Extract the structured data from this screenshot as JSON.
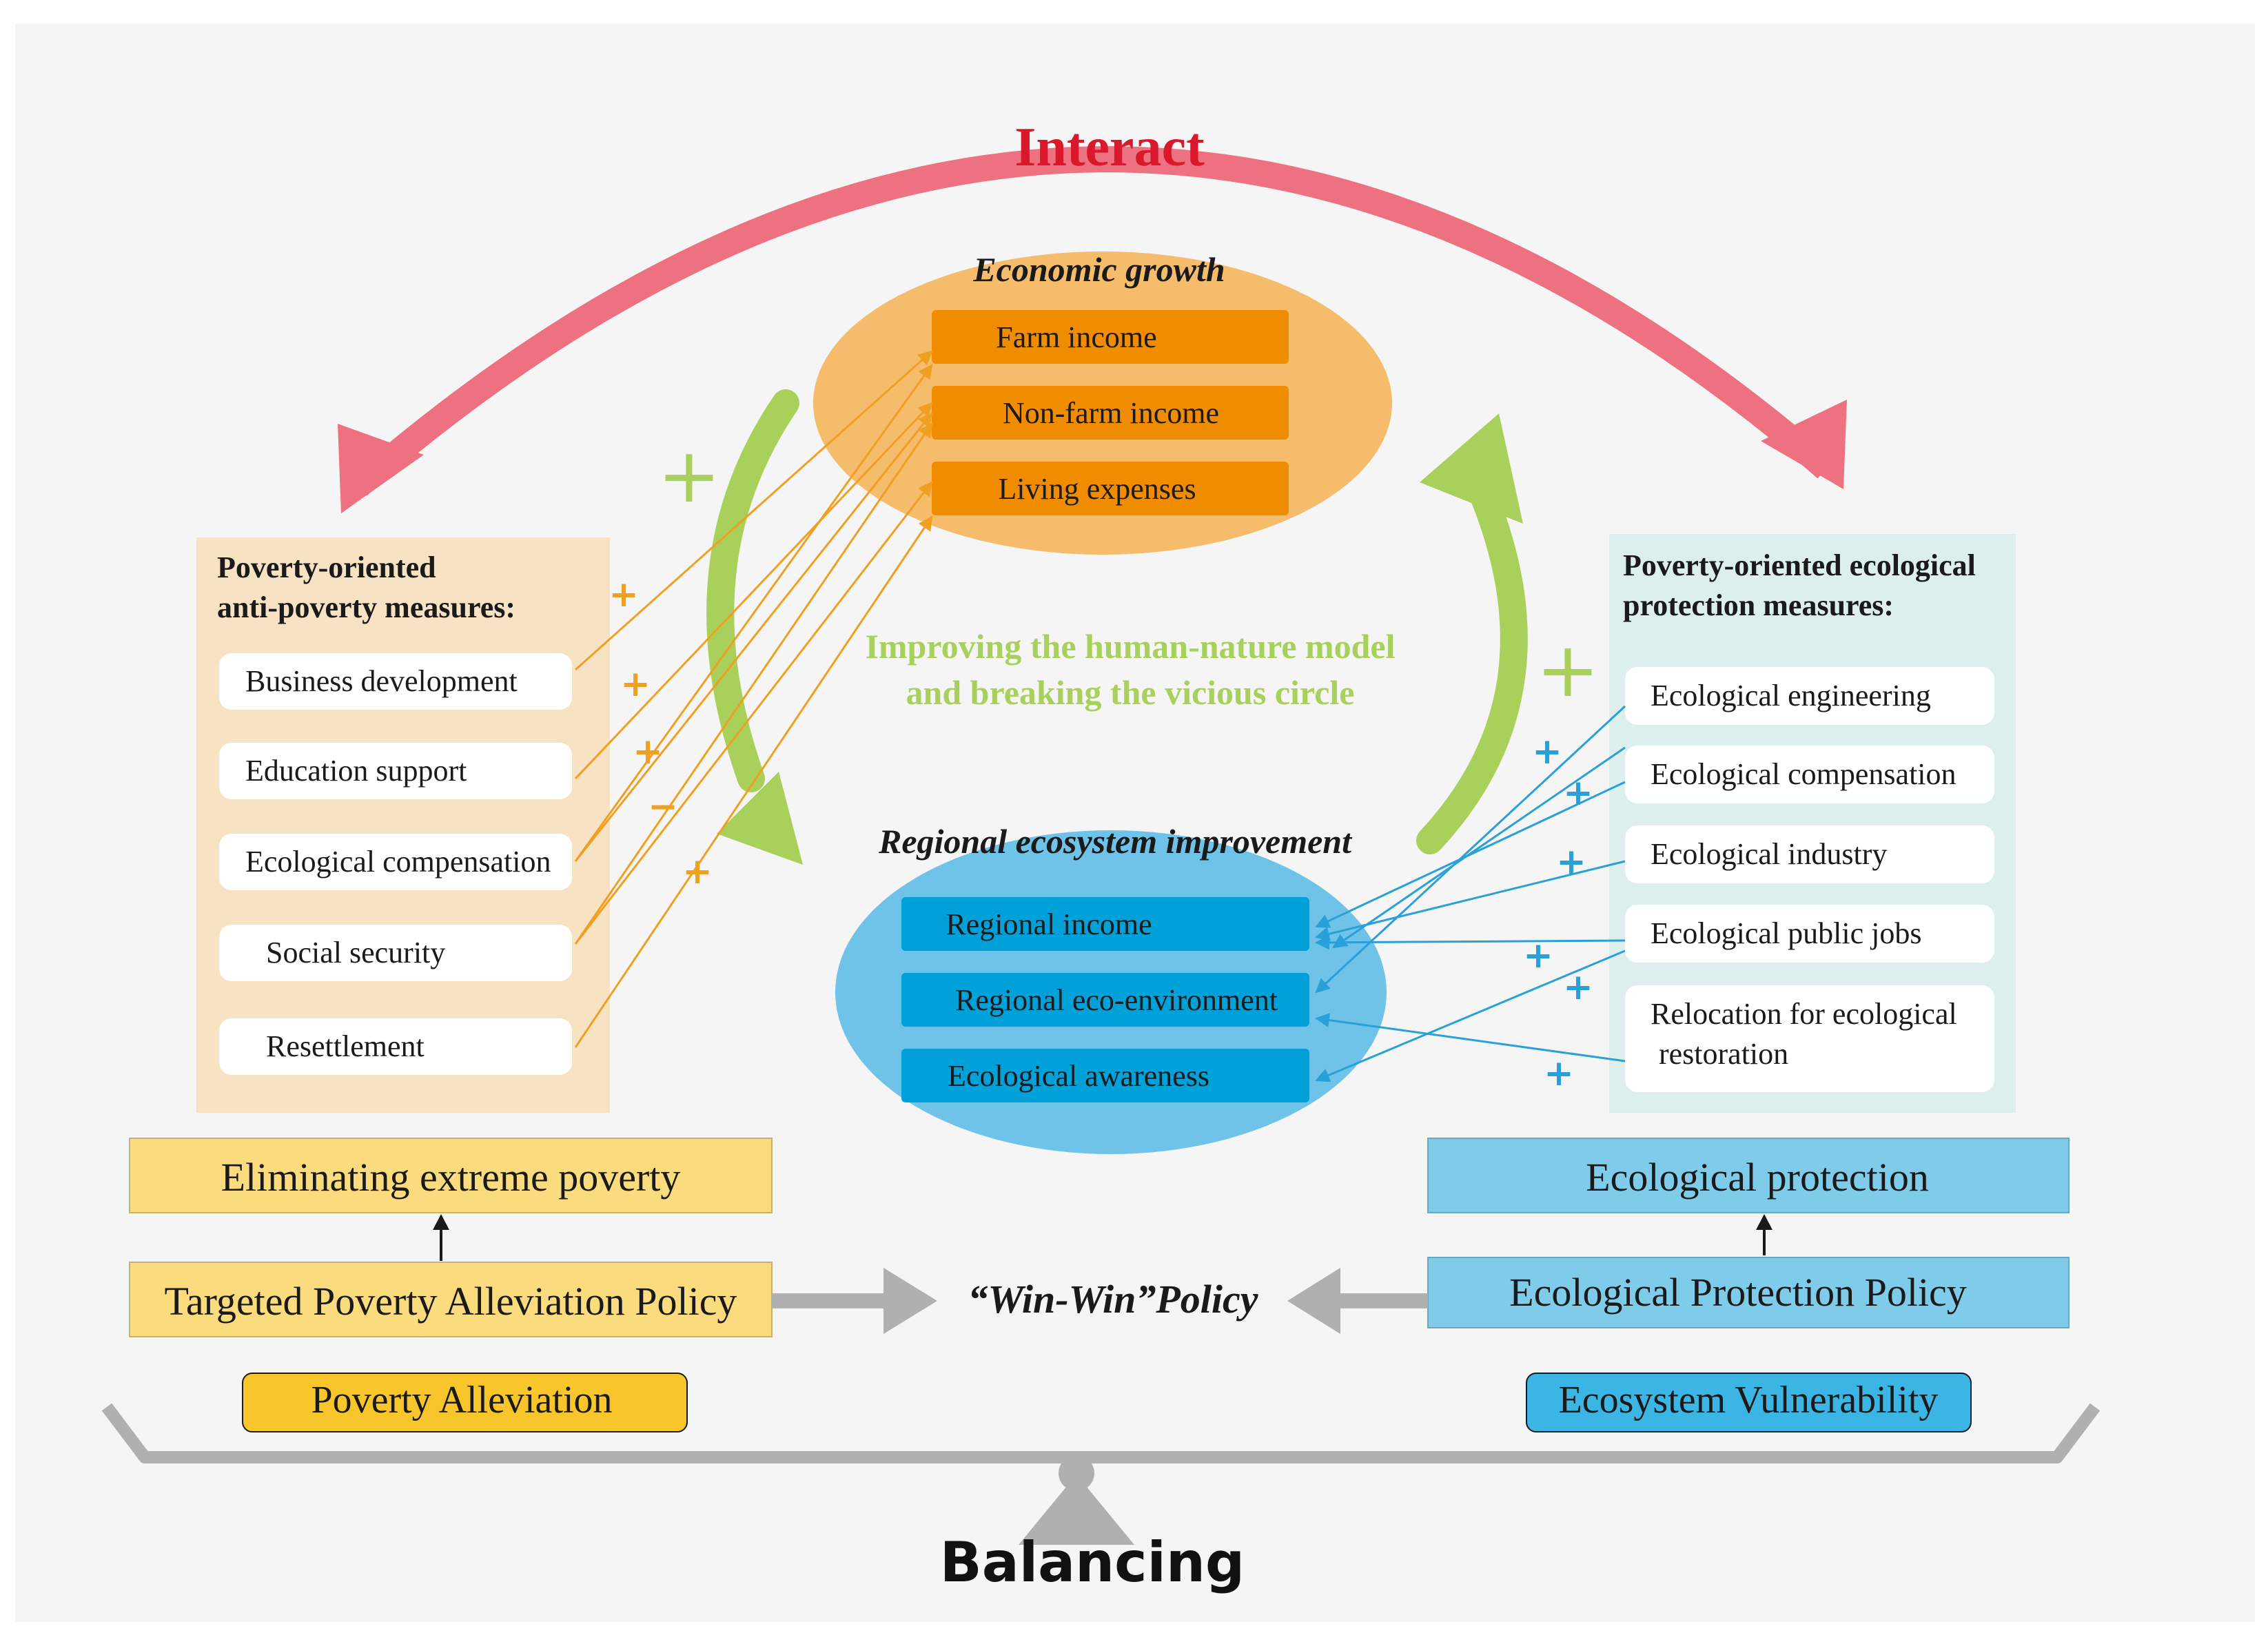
{
  "title": "Interact",
  "economic": {
    "title": "Economic growth",
    "items": [
      "Farm income",
      "Non-farm income",
      "Living expenses"
    ]
  },
  "ecosystem": {
    "title": "Regional ecosystem improvement",
    "items": [
      "Regional income",
      "Regional eco-environment",
      "Ecological awareness"
    ]
  },
  "center_text": [
    "Improving the human-nature model",
    "and breaking the vicious circle"
  ],
  "left_panel": {
    "title_lines": [
      "Poverty-oriented",
      "anti-poverty measures:"
    ],
    "items": [
      "Business development",
      "Education support",
      "Ecological compensation",
      "Social security",
      "Resettlement"
    ],
    "signs": [
      "+",
      "+",
      "+",
      "−",
      "+"
    ]
  },
  "right_panel": {
    "title_lines": [
      "Poverty-oriented ecological",
      "protection measures:"
    ],
    "items": [
      {
        "lines": [
          "Ecological engineering"
        ]
      },
      {
        "lines": [
          "Ecological compensation"
        ]
      },
      {
        "lines": [
          "Ecological industry"
        ]
      },
      {
        "lines": [
          "Ecological public jobs"
        ]
      },
      {
        "lines": [
          "Relocation for ecological",
          "restoration"
        ]
      }
    ],
    "signs": [
      "+",
      "+",
      "+",
      "+",
      "+",
      "+"
    ]
  },
  "cycle_signs": [
    "+",
    "+"
  ],
  "bottom": {
    "left_goal": "Eliminating extreme poverty",
    "left_policy": "Targeted Poverty Alleviation Policy",
    "right_goal": "Ecological protection",
    "right_policy": "Ecological Protection Policy",
    "center_policy": "“Win-Win”Policy",
    "left_tag": "Poverty Alleviation",
    "right_tag": "Ecosystem Vulnerability",
    "balance": "Balancing"
  },
  "colors": {
    "interact_arrow": "#ee7182",
    "interact_text": "#d9182b",
    "orange_ellipse": "#f4bc6b",
    "orange_box": "#f08c00",
    "orange_line": "#f0a020",
    "blue_ellipse": "#6fc3e8",
    "blue_box": "#00a0d8",
    "blue_line": "#2aa0d8",
    "green": "#a8d05a",
    "left_panel": "#f8e2c4",
    "right_panel": "#dcefed",
    "yellow_box": "#fadb7e",
    "cyan_box": "#7fcbea",
    "tag_yellow": "#f8c52b",
    "tag_blue": "#3ab5e4",
    "gray": "#b0b0b0"
  }
}
